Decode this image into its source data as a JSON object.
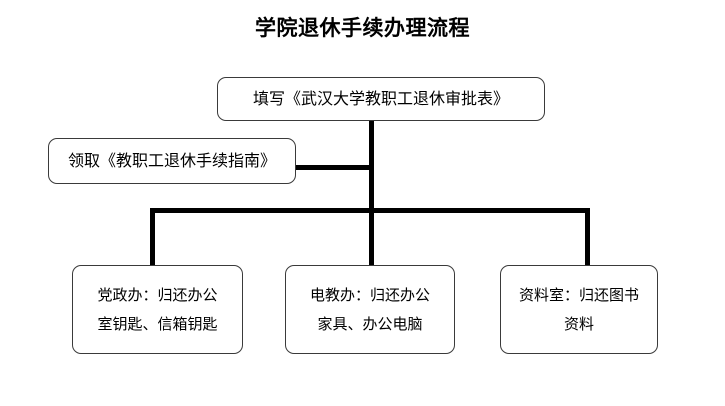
{
  "title": "学院退休手续办理流程",
  "diagram": {
    "type": "flowchart",
    "orientation": "top-down",
    "nodes": [
      {
        "id": "apply-form",
        "role": "root",
        "lines": [
          "填写《武汉大学教职工退休审批表》"
        ]
      },
      {
        "id": "guide",
        "role": "side",
        "lines": [
          "领取《教职工退休手续指南》"
        ]
      },
      {
        "id": "party-office",
        "role": "leaf",
        "lines": [
          "党政办：归还办公",
          "室钥匙、信箱钥匙"
        ]
      },
      {
        "id": "av-office",
        "role": "leaf",
        "lines": [
          "电教办：归还办公",
          "家具、办公电脑"
        ]
      },
      {
        "id": "archive-room",
        "role": "leaf",
        "lines": [
          "资料室：归还图书",
          "资料"
        ]
      }
    ],
    "edges": [
      {
        "from": "apply-form",
        "to": "guide"
      },
      {
        "from": "apply-form",
        "to": "party-office"
      },
      {
        "from": "apply-form",
        "to": "av-office"
      },
      {
        "from": "apply-form",
        "to": "archive-room"
      }
    ],
    "colors": {
      "line": "#000000",
      "node_border": "#3a3a3a",
      "node_fill": "#ffffff",
      "text": "#000000",
      "background": "#ffffff"
    }
  }
}
